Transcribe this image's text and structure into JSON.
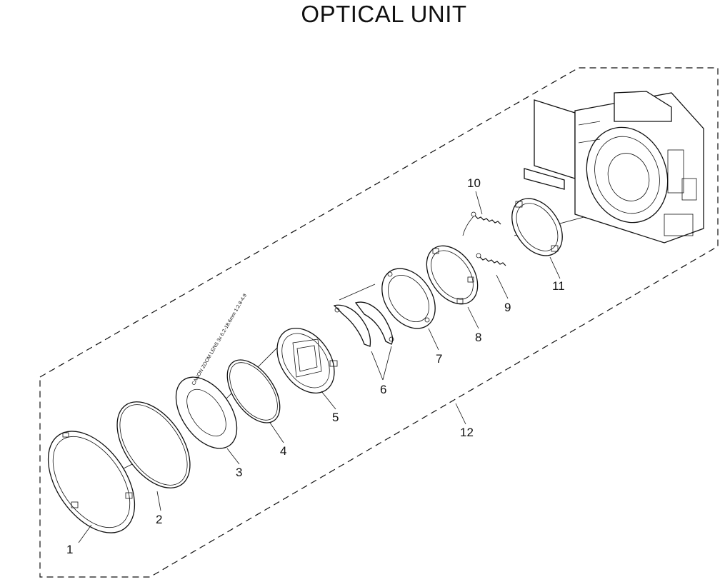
{
  "title": "OPTICAL UNIT",
  "callouts": {
    "c1": "1",
    "c2": "2",
    "c3": "3",
    "c4": "4",
    "c5": "5",
    "c6": "6",
    "c7": "7",
    "c8": "8",
    "c9": "9",
    "c10": "10",
    "c11": "11",
    "c12": "12"
  },
  "ring3_text": "CANON ZOOM LENS 3x  6.2-18.6mm 1:2.8-4.9"
}
